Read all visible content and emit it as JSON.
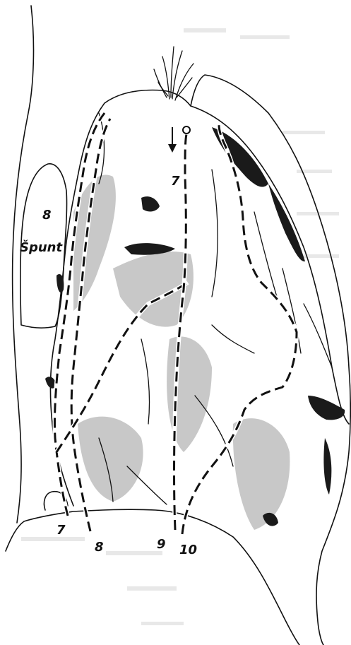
{
  "labels": {
    "formation_number": "8",
    "formation_name": "Špunt",
    "route_top": "7",
    "route_7": "7",
    "route_8": "8",
    "route_9": "9",
    "route_10": "10"
  },
  "colors": {
    "ink": "#111111",
    "background": "#ffffff",
    "shading": "#9a9a9a"
  },
  "icons": {
    "anchor": "belay-ring-icon",
    "arrow": "down-arrow-icon"
  }
}
